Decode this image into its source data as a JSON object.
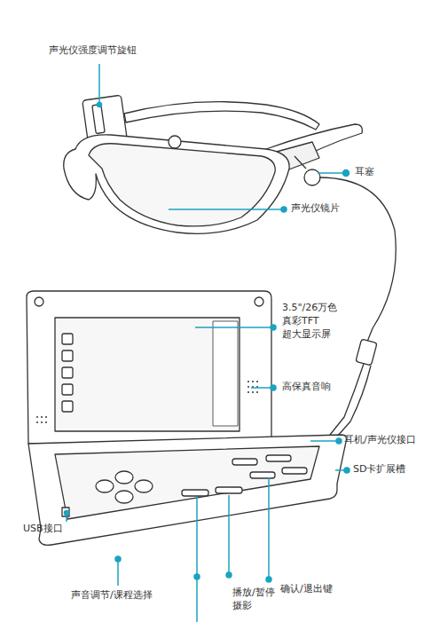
{
  "diagram": {
    "labels": [
      "声光仪强度调节旋钮",
      "耳塞",
      "声光仪镜片",
      "3.5\"/26万色 真彩TFT 超大显示屏",
      "高保真音响",
      "耳机/声光仪接口",
      "SD卡扩展槽",
      "USB接口",
      "声音调节/课程选择",
      "播放/暂停 摄影",
      "确认/退出键"
    ]
  }
}
